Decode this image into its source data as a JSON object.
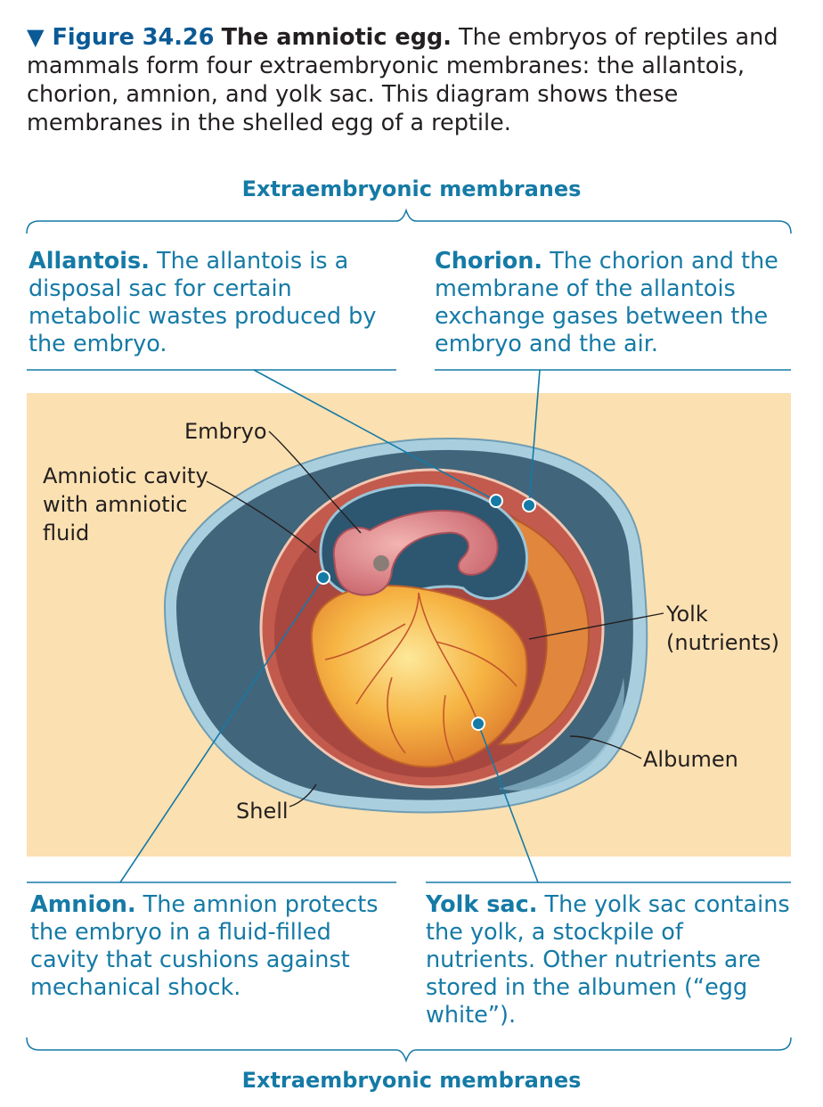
{
  "caption": {
    "figure_label": "▼ Figure 34.26",
    "title": "The amniotic egg.",
    "text": "The embryos of reptiles and mammals form four extraembryonic membranes: the allantois, chorion, amnion, and yolk sac. This diagram shows these membranes in the shelled egg of a reptile."
  },
  "header_top": "Extraembryonic membranes",
  "header_bottom": "Extraembryonic membranes",
  "callouts": {
    "allantois": {
      "name": "Allantois.",
      "text": "The allantois is a disposal sac for certain metabolic wastes produced by the embryo."
    },
    "chorion": {
      "name": "Chorion.",
      "text": "The chorion and the membrane of the allantois exchange gases between the embryo and the air."
    },
    "amnion": {
      "name": "Amnion.",
      "text": "The amnion protects the embryo in a fluid-filled cavity that cushions against mechanical shock."
    },
    "yolk_sac": {
      "name": "Yolk sac.",
      "text": "The yolk sac contains the yolk, a stockpile of nutrients. Other nutrients are stored in the albumen (“egg white”)."
    }
  },
  "labels": {
    "embryo": "Embryo",
    "amniotic_1": "Amniotic cavity",
    "amniotic_2": "with amniotic",
    "amniotic_3": "fluid",
    "yolk_1": "Yolk",
    "yolk_2": "(nutrients)",
    "albumen": "Albumen",
    "shell": "Shell"
  },
  "colors": {
    "panel": "#fbe0b1",
    "teal": "#157aa6",
    "shell": "#9dc6d8",
    "albumen": "#3d5f73",
    "chorion": "#c05a4a",
    "yolk": "#f0a030",
    "embryo": "#e08a8c"
  }
}
